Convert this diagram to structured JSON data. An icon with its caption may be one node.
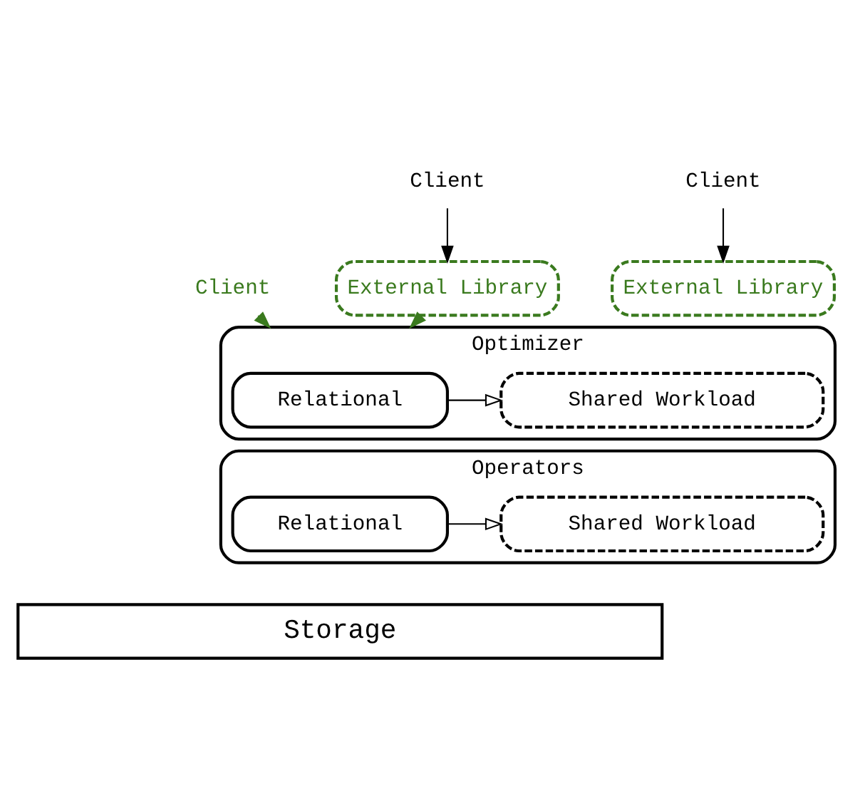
{
  "diagram": {
    "nodes": [
      {
        "text": [
          "Client"
        ]
      },
      {
        "text": [
          "Client"
        ]
      },
      {
        "text": [
          "Client"
        ]
      },
      {
        "text": [
          "External Library"
        ]
      },
      {
        "text": [
          "External Library"
        ]
      },
      {
        "text": [
          "Optimizer"
        ]
      },
      {
        "text": [
          "Relational"
        ],
        "in": 5
      },
      {
        "text": [
          "Shared Workload"
        ],
        "in": 5
      },
      {
        "text": [
          "Operators"
        ]
      },
      {
        "text": [
          "Relational"
        ],
        "in": 8
      },
      {
        "text": [
          "Shared Workload"
        ],
        "in": 8
      },
      {
        "text": [
          "Storage"
        ]
      }
    ],
    "edges": [
      {
        "from": 0,
        "to": 5,
        "arrow": "to",
        "style": "dashed",
        "color": "#3a7a1e"
      },
      {
        "from": 1,
        "to": 3,
        "arrow": "to"
      },
      {
        "from": 3,
        "to": 5,
        "arrow": "to",
        "style": "dashed",
        "color": "#3a7a1e"
      },
      {
        "from": 2,
        "to": 4,
        "arrow": "to"
      },
      {
        "from": 6,
        "to": 7,
        "arrow": "to"
      },
      {
        "from": 9,
        "to": 10,
        "arrow": "to"
      }
    ]
  }
}
